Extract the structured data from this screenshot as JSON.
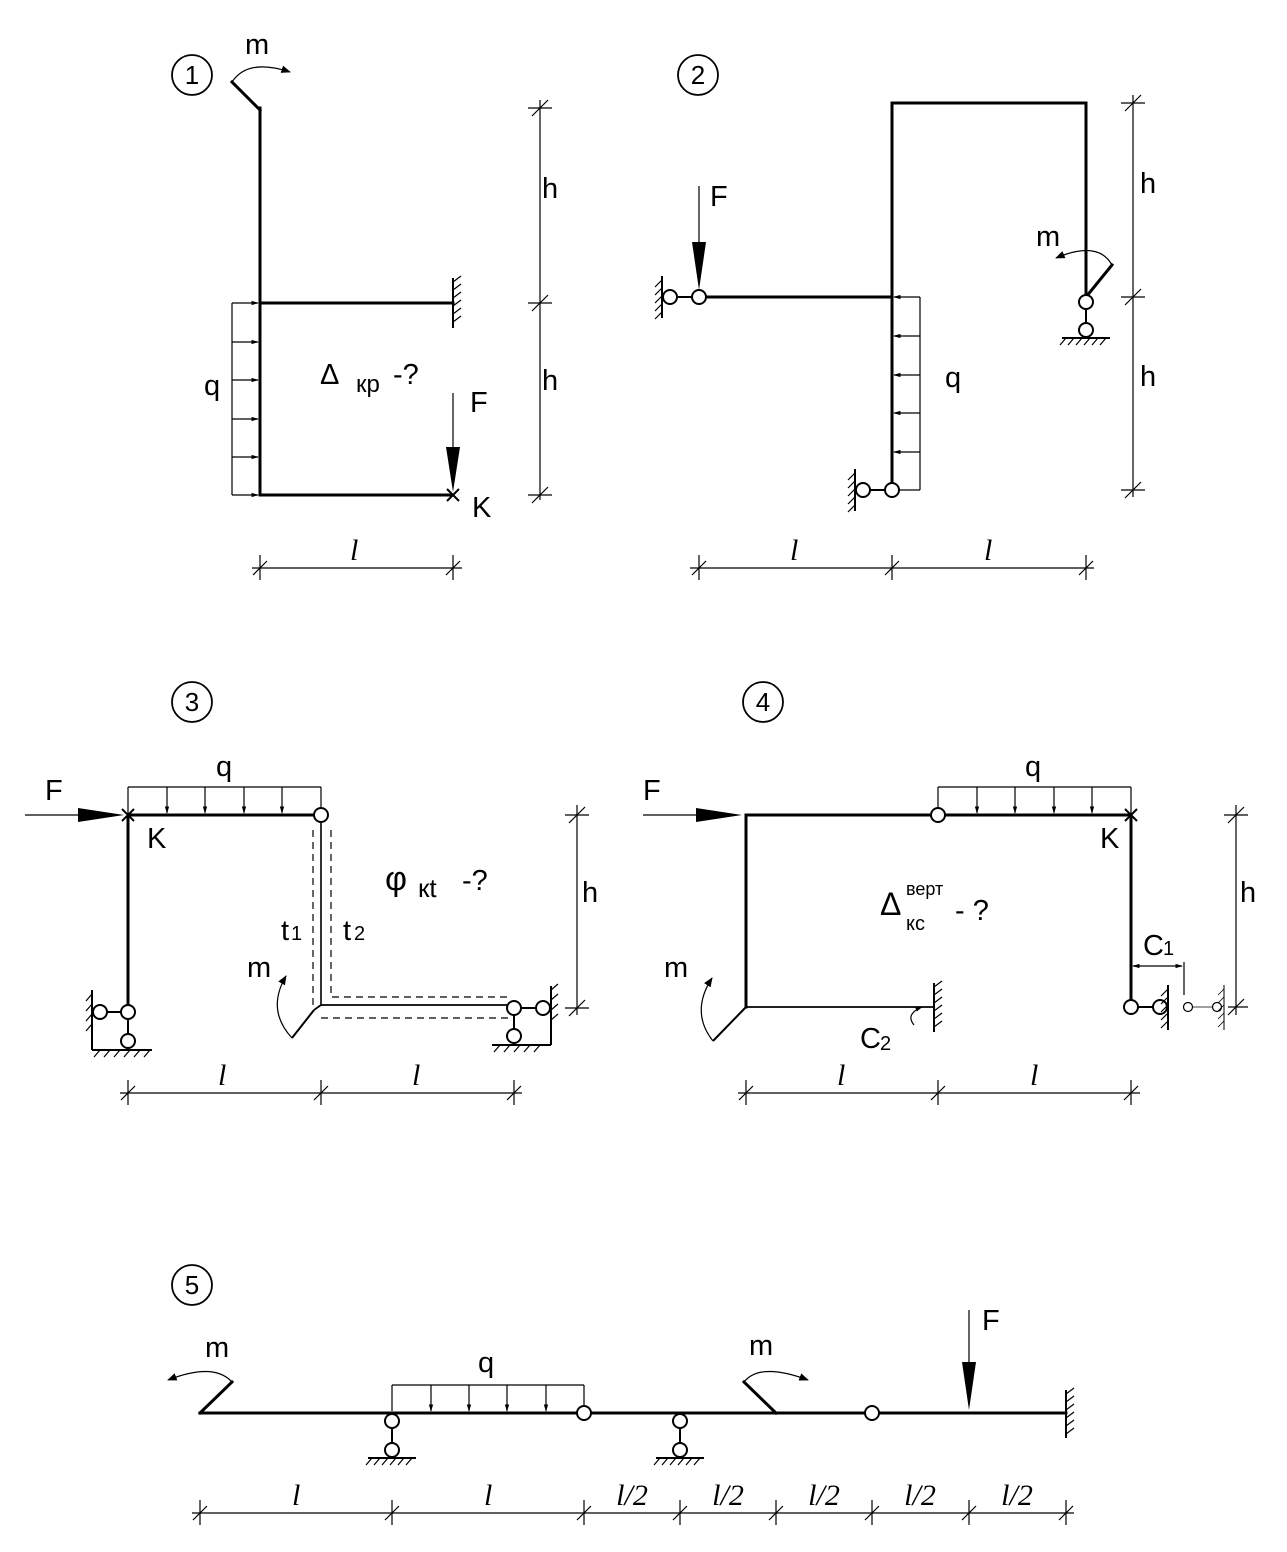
{
  "diagrams": [
    {
      "number": "1",
      "labels": {
        "m": "m",
        "q": "q",
        "F": "F",
        "K": "K",
        "h1": "h",
        "h2": "h",
        "l": "l"
      },
      "question": {
        "main": "Δ",
        "sub": "кр",
        "suffix": "-?"
      }
    },
    {
      "number": "2",
      "labels": {
        "F": "F",
        "m": "m",
        "q": "q",
        "h1": "h",
        "h2": "h",
        "l1": "l",
        "l2": "l"
      }
    },
    {
      "number": "3",
      "labels": {
        "F": "F",
        "q": "q",
        "K": "K",
        "m": "m",
        "t1": "t",
        "t1_sub": "1",
        "t2": "t",
        "t2_sub": "2",
        "h": "h",
        "l1": "l",
        "l2": "l"
      },
      "question": {
        "main": "φ",
        "sub": "кt",
        "suffix": "-?"
      }
    },
    {
      "number": "4",
      "labels": {
        "F": "F",
        "q": "q",
        "K": "K",
        "m": "m",
        "C1": "C",
        "C1_sub": "1",
        "C2": "C",
        "C2_sub": "2",
        "h": "h",
        "l1": "l",
        "l2": "l"
      },
      "question": {
        "main": "Δ",
        "sup": "верт",
        "sub": "кс",
        "suffix": "- ?"
      }
    },
    {
      "number": "5",
      "labels": {
        "m1": "m",
        "q": "q",
        "m2": "m",
        "F": "F"
      },
      "spans": [
        "l",
        "l",
        "l/2",
        "l/2",
        "l/2",
        "l/2",
        "l/2"
      ]
    }
  ]
}
